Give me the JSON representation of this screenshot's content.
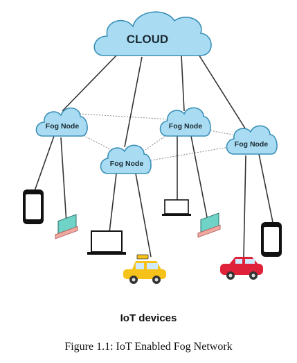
{
  "cloud": {
    "label": "CLOUD",
    "icon": "cloud-icon"
  },
  "fog_nodes": [
    {
      "id": "fog-node-1",
      "label": "Fog Node"
    },
    {
      "id": "fog-node-2",
      "label": "Fog Node"
    },
    {
      "id": "fog-node-3",
      "label": "Fog Node"
    },
    {
      "id": "fog-node-4",
      "label": "Fog Node"
    }
  ],
  "devices": [
    {
      "kind": "smartphone",
      "icon": "smartphone-icon"
    },
    {
      "kind": "laptop",
      "icon": "laptop-icon"
    },
    {
      "kind": "laptop",
      "icon": "laptop-icon"
    },
    {
      "kind": "taxi",
      "icon": "taxi-car-icon"
    },
    {
      "kind": "laptop",
      "icon": "laptop-icon"
    },
    {
      "kind": "laptop",
      "icon": "laptop-icon"
    },
    {
      "kind": "car",
      "icon": "red-car-icon"
    },
    {
      "kind": "smartphone",
      "icon": "smartphone-icon"
    }
  ],
  "colors": {
    "cloud_fill": "#a9dcf2",
    "cloud_stroke": "#3a8fb7",
    "taxi": "#f6c21a",
    "car": "#e0213a",
    "laptop_screen": "#6fd3c8"
  },
  "footer_label": "IoT devices",
  "caption": "Figure 1.1: IoT Enabled Fog Network"
}
